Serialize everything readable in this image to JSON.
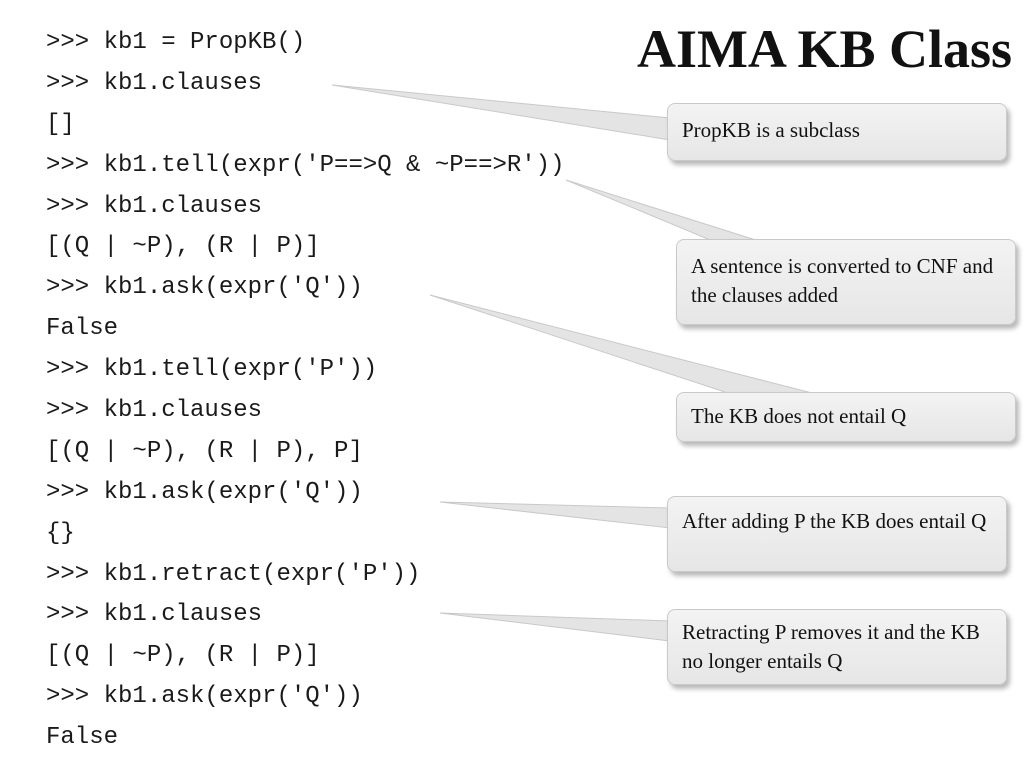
{
  "slide": {
    "title": "AIMA KB Class",
    "code_lines": [
      ">>> kb1 = PropKB()",
      ">>> kb1.clauses",
      "[]",
      ">>> kb1.tell(expr('P==>Q & ~P==>R'))",
      ">>> kb1.clauses",
      "[(Q | ~P), (R | P)]",
      ">>> kb1.ask(expr('Q'))",
      "False",
      ">>> kb1.tell(expr('P'))",
      ">>> kb1.clauses",
      "[(Q | ~P), (R | P), P]",
      ">>> kb1.ask(expr('Q'))",
      "{}",
      ">>> kb1.retract(expr('P'))",
      ">>> kb1.clauses",
      "[(Q | ~P), (R | P)]",
      ">>> kb1.ask(expr('Q'))",
      "False"
    ],
    "callouts": [
      {
        "text": "PropKB is a subclass"
      },
      {
        "text": "A sentence is converted to CNF and the clauses added"
      },
      {
        "text": "The KB does not entail Q"
      },
      {
        "text": "After adding P the KB does entail Q"
      },
      {
        "text": "Retracting P removes it and the KB no longer entails Q"
      }
    ],
    "colors": {
      "callout_fill": "#ececec",
      "callout_border": "#c9c9c9",
      "text": "#111111"
    }
  }
}
